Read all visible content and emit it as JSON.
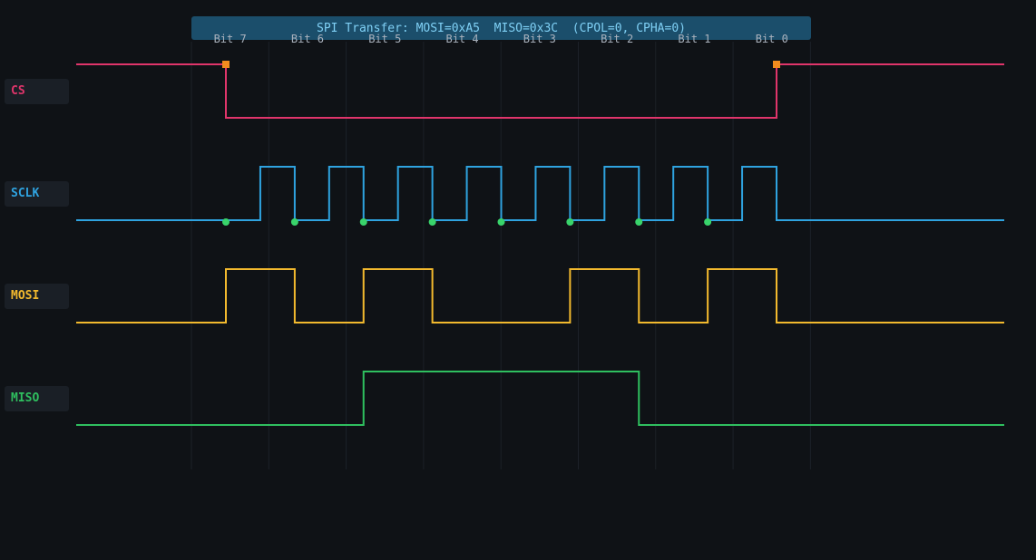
{
  "title": "SPI Transfer: MOSI=0xA5  MISO=0x3C  (CPOL=0, CPHA=0)",
  "bit_labels": [
    "Bit 7",
    "Bit 6",
    "Bit 5",
    "Bit 4",
    "Bit 3",
    "Bit 2",
    "Bit 1",
    "Bit 0"
  ],
  "signals": {
    "cs": {
      "label": "CS",
      "color": "#e0356b"
    },
    "sclk": {
      "label": "SCLK",
      "color": "#2fa3e0"
    },
    "mosi": {
      "label": "MOSI",
      "color": "#f2b92e"
    },
    "miso": {
      "label": "MISO",
      "color": "#2fbf5f"
    }
  },
  "mosi_bits": [
    1,
    0,
    1,
    0,
    0,
    1,
    0,
    1
  ],
  "miso_bits": [
    0,
    0,
    1,
    1,
    1,
    1,
    0,
    0
  ],
  "marker_colors": {
    "cs_edge": "#f28c1e",
    "sample_point": "#39d46b"
  }
}
